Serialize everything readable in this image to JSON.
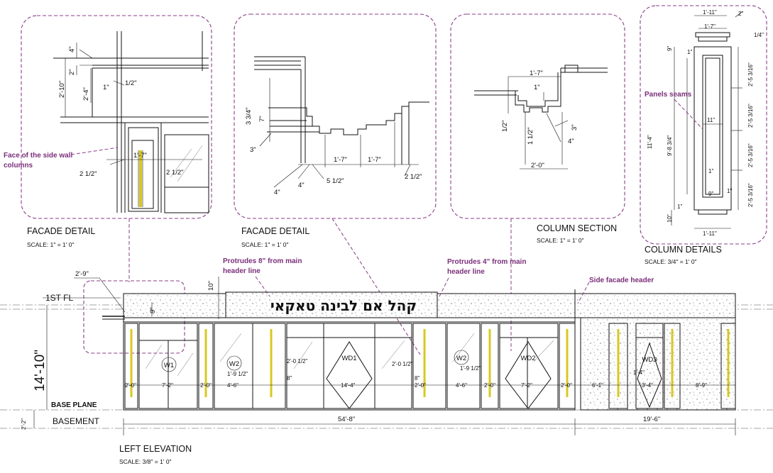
{
  "views": {
    "facade_detail_1": {
      "title": "FACADE DETAIL",
      "scale": "SCALE: 1\" = 1' 0\""
    },
    "facade_detail_2": {
      "title": "FACADE DETAIL",
      "scale": "SCALE: 1\" = 1' 0\""
    },
    "column_section": {
      "title": "COLUMN SECTION",
      "scale": "SCALE: 1\" = 1' 0\""
    },
    "column_details": {
      "title": "COLUMN DETAILS",
      "scale": "SCALE: 3/4\" = 1' 0\""
    },
    "left_elevation": {
      "title": "LEFT ELEVATION",
      "scale": "SCALE: 3/8\" = 1' 0\""
    }
  },
  "annotations": {
    "face_side_wall": [
      "Face of the side wall",
      "columns"
    ],
    "protrudes_8": [
      "Protrudes 8\" from main",
      "header line"
    ],
    "protrudes_4": [
      "Protrudes 4\" from main",
      "header line"
    ],
    "side_facade_header": "Side facade header",
    "panels_seams": "Panels seams"
  },
  "signage": {
    "hebrew_text": "קהל אם לבינה טאקאי"
  },
  "levels": {
    "first_floor": "1ST FL",
    "base_plane": "BASE PLANE",
    "basement": "BASEMENT"
  },
  "dimensions": {
    "d1_4": "4\"",
    "d1_2": "2\"",
    "d1_2_10": "2'-10\"",
    "d1_2_4": "2'-4\"",
    "d1_1": "1\"",
    "d1_half": "1/2\"",
    "d1_21_2": "2 1/2\"",
    "d1_17": "1'-7\"",
    "d1_21_2b": "2 1/2\"",
    "d2_33_4": "3 3/4\"",
    "d2_7": "7\"",
    "d2_3": "3\"",
    "d2_4a": "4\"",
    "d2_4b": "4\"",
    "d2_51_2": "5 1/2\"",
    "d2_17a": "1'-7\"",
    "d2_17b": "1'-7\"",
    "d2_21_2": "2 1/2\"",
    "d3_17": "1'-7\"",
    "d3_1": "1\"",
    "d3_half": "1/2\"",
    "d3_11_2": "1 1/2\"",
    "d3_3": "3\"",
    "d3_4": "4\"",
    "d3_20": "2'-0\"",
    "d4_111top": "1'-11\"",
    "d4_17": "1'-7\"",
    "d4_2": "2\"",
    "d4_14": "1/4\"",
    "d4_9": "9\"",
    "d4_1a": "1\"",
    "d4_114": "11'-4\"",
    "d4_983_4": "9'-8 3/4\"",
    "d4_253a": "2'-5 3/16\"",
    "d4_253b": "2'-5 3/16\"",
    "d4_253c": "2'-5 3/16\"",
    "d4_253d": "2'-5 3/16\"",
    "d4_11": "11\"",
    "d4_1b": "1\"",
    "d4_9b": "9\"",
    "d4_1c": "1\"",
    "d4_10": "10\"",
    "d4_1d": "1\"",
    "d4_111bot": "1'-11\"",
    "e_29": "2'-9\"",
    "e_10": "10\"",
    "e_9": "9\"",
    "e_1410": "14'-10\"",
    "e_22": "2'-2\"",
    "e_548": "54'-8\"",
    "e_196": "19'-6\"",
    "e_2012": "2'-0 1/2\"",
    "e_2012b": "2'-0 1/2\"",
    "e_1912": "1'-9 1/2\"",
    "e_1912b": "1'-9 1/2\"",
    "e_72a": "7'-2\"",
    "e_46a": "4'-6\"",
    "e_144": "14'-4\"",
    "e_46b": "4'-6\"",
    "e_72b": "7'-2\"",
    "e_61": "6'-1\"",
    "e_34": "3'-4\"",
    "e_89": "8'-9\"",
    "e_14": "1'-4\"",
    "e_8a": "8\"",
    "e_8b": "8\"",
    "e_20a": "2'-0\"",
    "e_20b": "2'-0\"",
    "e_20c": "2'-0\"",
    "e_20d": "2'-0\"",
    "e_20e": "2'-0\""
  },
  "windows": {
    "w1": "W1",
    "w2a": "W2",
    "w2b": "W2",
    "wd1": "WD1",
    "wd2": "WD2",
    "wd3": "WD3"
  },
  "colors": {
    "annotation": "#7a2e7a",
    "line": "#111111",
    "highlight": "#e8d820"
  }
}
